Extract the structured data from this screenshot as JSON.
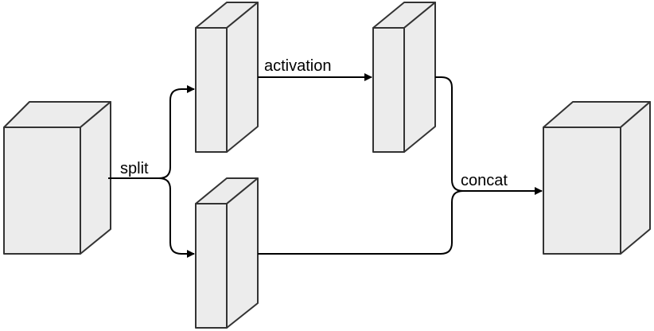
{
  "labels": {
    "split": "split",
    "activation": "activation",
    "concat": "concat"
  },
  "colors": {
    "block_fill": "#ececec",
    "block_stroke": "#333333",
    "edge_color": "#000000",
    "background": "#ffffff"
  }
}
